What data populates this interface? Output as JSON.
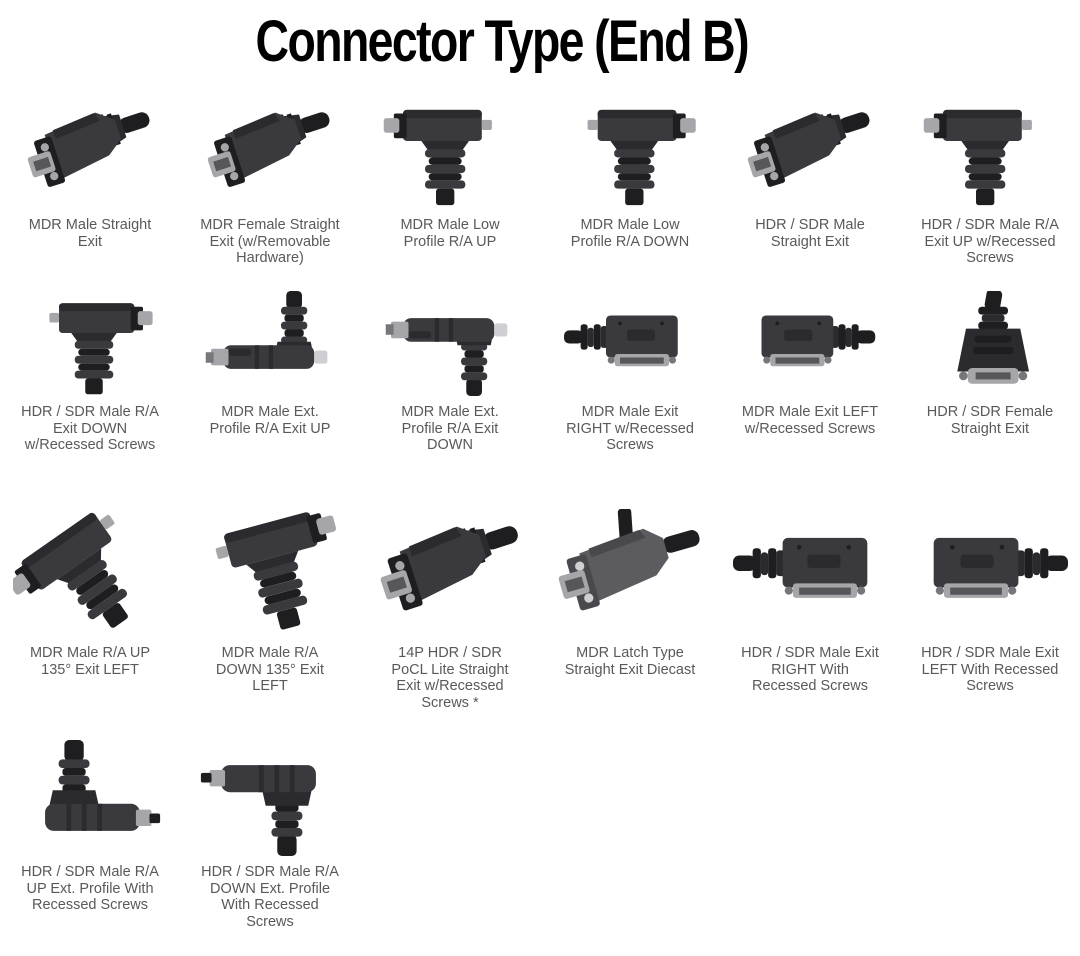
{
  "page": {
    "title": "Connector Type (End B)"
  },
  "colors": {
    "background": "#ffffff",
    "title_text": "#000000",
    "label_text": "#59595c",
    "connector_body": "#3a3a3e",
    "connector_metal": "#a6a6aa"
  },
  "items": [
    {
      "label": "MDR Male Straight Exit",
      "icon": "straight-connector-icon",
      "glyph": "straight",
      "flip": "none",
      "rot": 0
    },
    {
      "label": "MDR Female Straight Exit (w/Removable Hardware)",
      "icon": "straight-connector-icon",
      "glyph": "straight",
      "flip": "none",
      "rot": 0
    },
    {
      "label": "MDR Male Low Profile R/A UP",
      "icon": "right-angle-connector-icon",
      "glyph": "ra",
      "flip": "none",
      "rot": 0
    },
    {
      "label": "MDR Male Low Profile R/A DOWN",
      "icon": "right-angle-connector-icon",
      "glyph": "ra",
      "flip": "x",
      "rot": 0
    },
    {
      "label": "HDR / SDR Male Straight Exit",
      "icon": "straight-connector-icon",
      "glyph": "straight",
      "flip": "none",
      "rot": 0
    },
    {
      "label": "HDR / SDR Male R/A Exit UP w/Recessed Screws",
      "icon": "right-angle-connector-icon",
      "glyph": "ra",
      "flip": "none",
      "rot": 0
    },
    {
      "label": "HDR / SDR Male R/A Exit DOWN w/Recessed Screws",
      "icon": "right-angle-connector-icon",
      "glyph": "ra",
      "flip": "x",
      "rot": 0
    },
    {
      "label": "MDR Male Ext. Profile R/A Exit UP",
      "icon": "ext-profile-connector-icon",
      "glyph": "ext",
      "flip": "none",
      "rot": 0
    },
    {
      "label": "MDR Male Ext. Profile R/A Exit DOWN",
      "icon": "ext-profile-connector-icon",
      "glyph": "ext",
      "flip": "y",
      "rot": 0
    },
    {
      "label": "MDR Male Exit RIGHT w/Recessed Screws",
      "icon": "side-exit-connector-icon",
      "glyph": "side",
      "flip": "none",
      "rot": 0
    },
    {
      "label": "MDR Male Exit LEFT w/Recessed Screws",
      "icon": "side-exit-connector-icon",
      "glyph": "side",
      "flip": "x",
      "rot": 0
    },
    {
      "label": "HDR / SDR Female Straight Exit",
      "icon": "vertical-straight-connector-icon",
      "glyph": "upright",
      "flip": "none",
      "rot": 0
    },
    {
      "label": "MDR Male R/A UP 135° Exit LEFT",
      "icon": "angled-connector-icon",
      "glyph": "ra",
      "flip": "none",
      "rot": -35
    },
    {
      "label": "MDR Male R/A DOWN 135° Exit LEFT",
      "icon": "angled-connector-icon",
      "glyph": "ra",
      "flip": "x",
      "rot": -15
    },
    {
      "label": "14P HDR / SDR PoCL Lite Straight Exit w/Recessed Screws *",
      "icon": "straight-connector-icon",
      "glyph": "straight",
      "flip": "none",
      "rot": 0
    },
    {
      "label": "MDR Latch Type Straight Exit Diecast",
      "icon": "latch-diecast-connector-icon",
      "glyph": "latch",
      "flip": "none",
      "rot": 0
    },
    {
      "label": "HDR / SDR Male Exit RIGHT With Recessed Screws",
      "icon": "side-exit-connector-icon",
      "glyph": "side",
      "flip": "none",
      "rot": 0
    },
    {
      "label": "HDR / SDR Male Exit LEFT With Recessed Screws",
      "icon": "side-exit-connector-icon",
      "glyph": "side",
      "flip": "x",
      "rot": 0
    },
    {
      "label": "HDR / SDR Male R/A UP Ext. Profile With Recessed Screws",
      "icon": "ext-profile-right-angle-connector-icon",
      "glyph": "extra",
      "flip": "none",
      "rot": 0
    },
    {
      "label": "HDR / SDR Male R/A DOWN Ext. Profile With Recessed Screws",
      "icon": "ext-profile-right-angle-connector-icon",
      "glyph": "extra",
      "flip": "none",
      "rot": 180
    }
  ]
}
